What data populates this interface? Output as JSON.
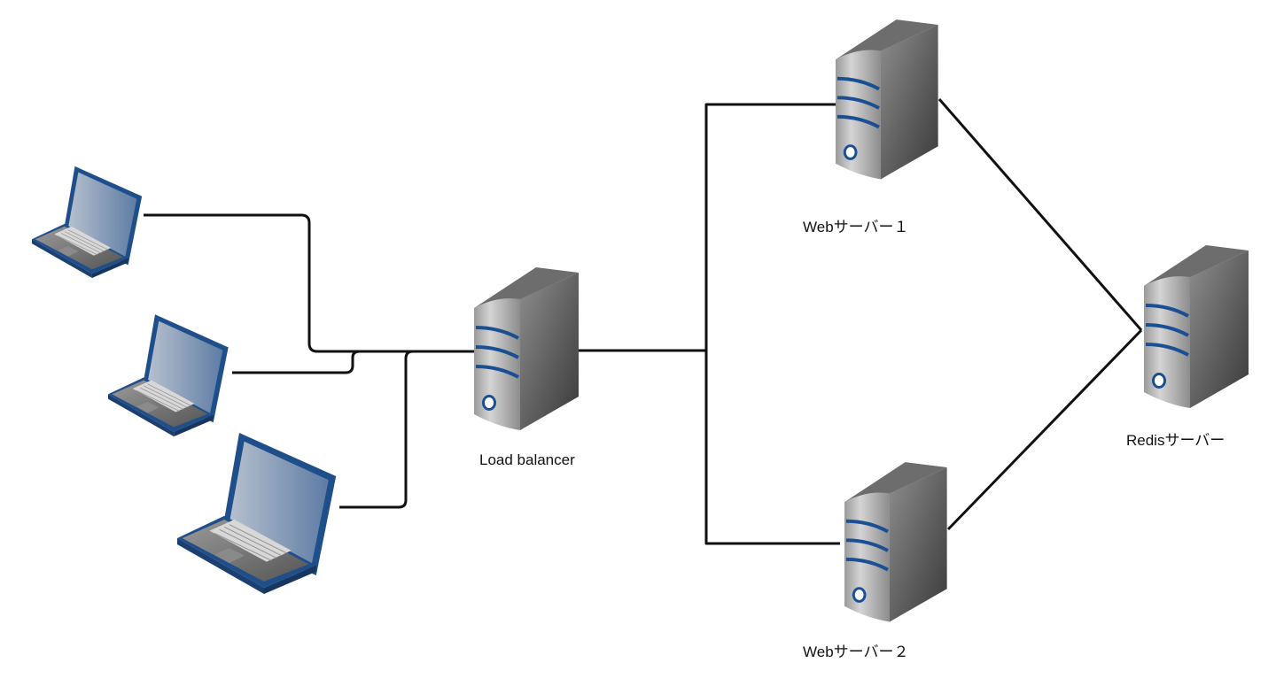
{
  "diagram": {
    "type": "network-architecture",
    "nodes": [
      {
        "id": "client1",
        "kind": "laptop",
        "label": ""
      },
      {
        "id": "client2",
        "kind": "laptop",
        "label": ""
      },
      {
        "id": "client3",
        "kind": "laptop",
        "label": ""
      },
      {
        "id": "lb",
        "kind": "server",
        "label": "Load balancer"
      },
      {
        "id": "web1",
        "kind": "server",
        "label": "Webサーバー１"
      },
      {
        "id": "web2",
        "kind": "server",
        "label": "Webサーバー２"
      },
      {
        "id": "redis",
        "kind": "server",
        "label": "Redisサーバー"
      }
    ],
    "edges": [
      {
        "from": "client1",
        "to": "lb"
      },
      {
        "from": "client2",
        "to": "lb"
      },
      {
        "from": "client3",
        "to": "lb"
      },
      {
        "from": "lb",
        "to": "web1"
      },
      {
        "from": "lb",
        "to": "web2"
      },
      {
        "from": "web1",
        "to": "redis"
      },
      {
        "from": "web2",
        "to": "redis"
      }
    ],
    "colors": {
      "line": "#111111",
      "laptop_frame": "#1f4f8a",
      "server_stripe": "#1b4f93",
      "server_body": "#7a7a7a"
    }
  },
  "labels": {
    "lb": "Load balancer",
    "web1": "Webサーバー１",
    "web2": "Webサーバー２",
    "redis": "Redisサーバー"
  }
}
